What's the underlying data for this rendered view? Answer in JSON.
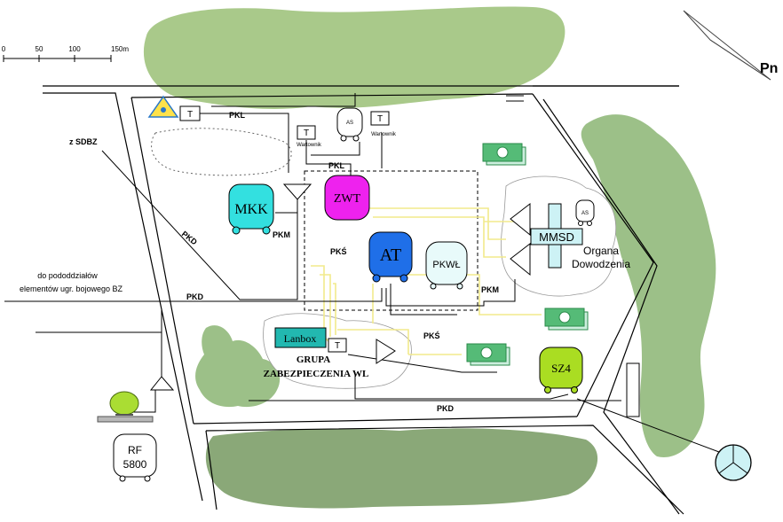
{
  "scale": {
    "ticks": [
      "0",
      "50",
      "100",
      "150m"
    ]
  },
  "compass": {
    "label": "Pn"
  },
  "labels": {
    "from_sdbz": "z SDBZ",
    "to_subunits_line1": "do pododdziałów",
    "to_subunits_line2": "elementów ugr. bojowego BZ",
    "org_line1": "Organa",
    "org_line2": "Dowodzenia",
    "group_line1": "GRUPA",
    "group_line2": "ZABEZPIECZENIA WL"
  },
  "cables": {
    "pkl_top": "PKL",
    "pkl_mid": "PKL",
    "pkd_diag": "PKD",
    "pkd_left": "PKD",
    "pkd_bottom": "PKD",
    "pkm_mkk": "PKM",
    "pkm_right": "PKM",
    "pks_at": "PKŚ",
    "pks_center": "PKŚ"
  },
  "units": {
    "mkk": "MKK",
    "zwt": "ZWT",
    "at": "AT",
    "pkwl": "PKWŁ",
    "mmsd": "MMSD",
    "lanbox": "Lanbox",
    "sz4": "SZ4",
    "rf_line1": "RF",
    "rf_line2": "5800",
    "as1": "AS",
    "as2": "AS",
    "t1": "T",
    "t2": "T",
    "t3": "T",
    "t4": "T",
    "wartownik1": "Wartownik",
    "wartownik2": "Wartownik"
  },
  "colors": {
    "vegetation": "#a9c98a",
    "vegetation_dark": "#8aa878",
    "mkk": "#33e0e0",
    "zwt": "#ee22ee",
    "at": "#1f6fe8",
    "pkwl": "#e8fafa",
    "lanbox": "#22b8b0",
    "sz4": "#aadd22",
    "cable_yellow": "#f2ea8c",
    "money": "#55bb77"
  }
}
